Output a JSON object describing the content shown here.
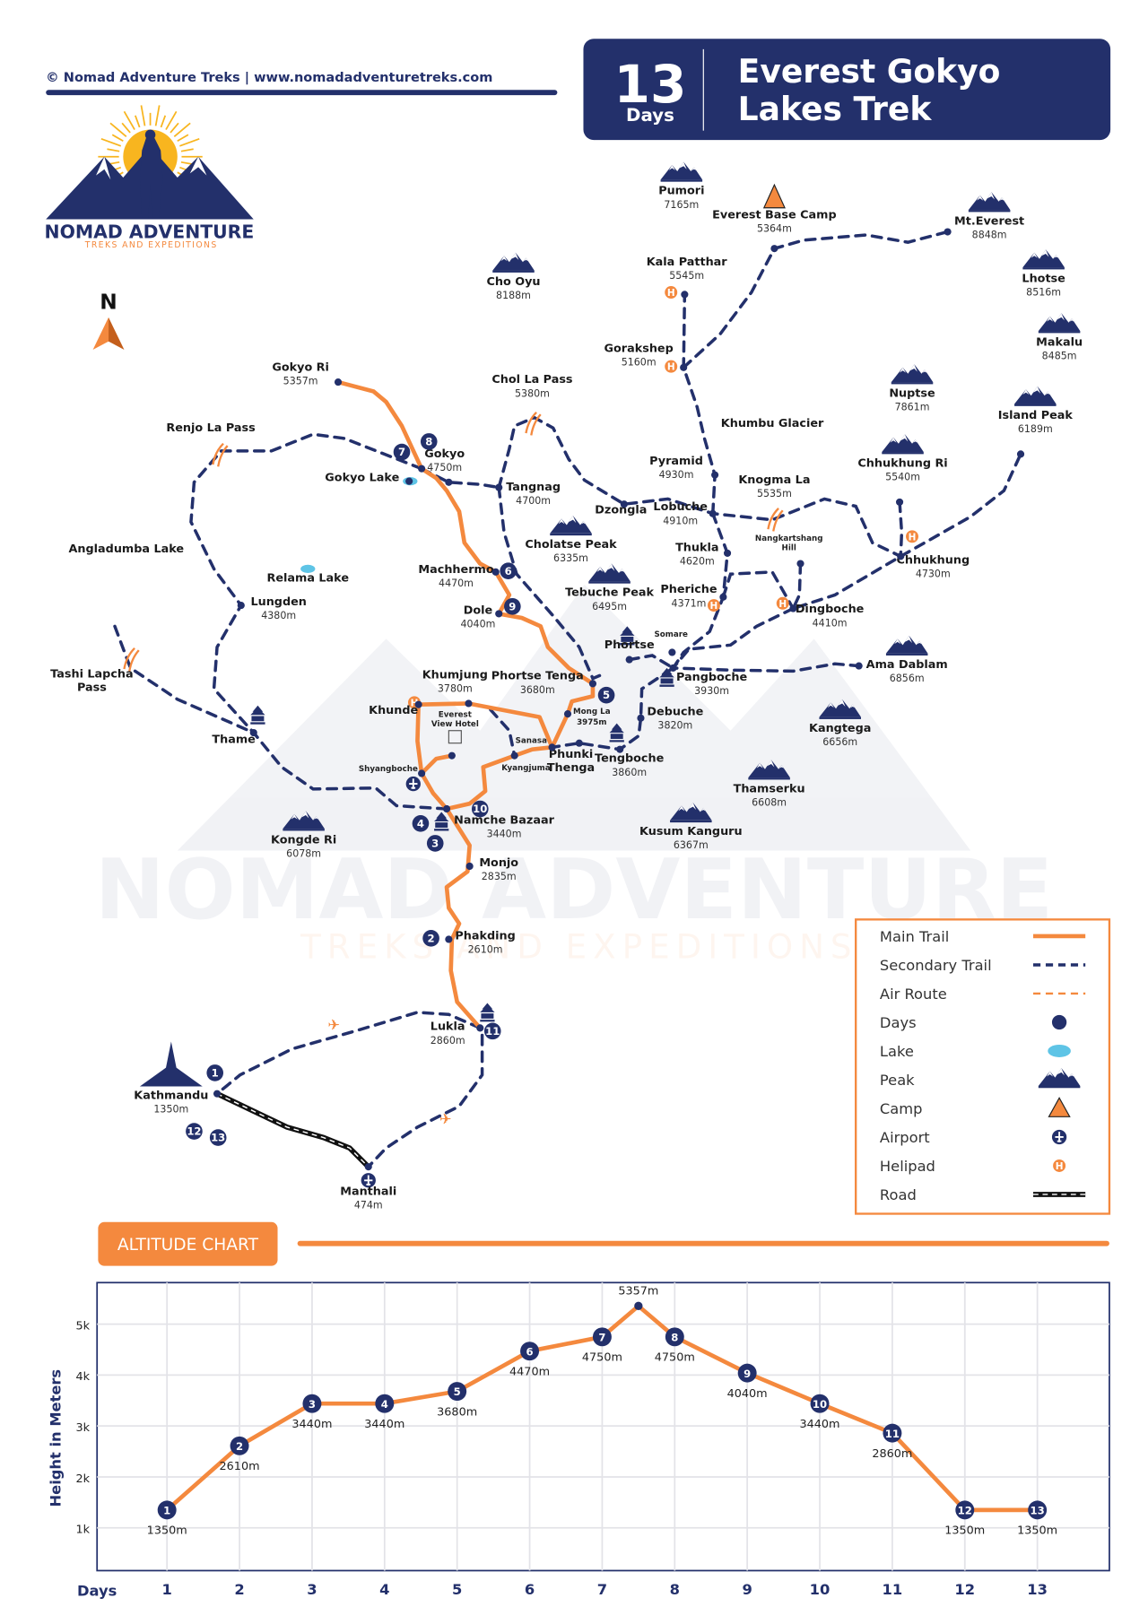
{
  "header": {
    "copyright": "© Nomad Adventure Treks | www.nomadadventuretreks.com",
    "days_number": "13",
    "days_label": "Days",
    "title_line1": "Everest Gokyo",
    "title_line2": "Lakes Trek"
  },
  "logo": {
    "name": "NOMAD ADVENTURE",
    "tagline": "TREKS AND EXPEDITIONS"
  },
  "compass": {
    "label": "N"
  },
  "watermark": {
    "line1": "NOMAD ADVENTURE",
    "line2": "TREKS AND EXPEDITIONS"
  },
  "colors": {
    "navy": "#23306b",
    "orange": "#f4893e"
  },
  "map": {
    "places": [
      {
        "name": "Pumori",
        "elev": "7165m"
      },
      {
        "name": "Everest Base Camp",
        "elev": "5364m"
      },
      {
        "name": "Mt.Everest",
        "elev": "8848m"
      },
      {
        "name": "Kala Patthar",
        "elev": "5545m"
      },
      {
        "name": "Cho Oyu",
        "elev": "8188m"
      },
      {
        "name": "Lhotse",
        "elev": "8516m"
      },
      {
        "name": "Makalu",
        "elev": "8485m"
      },
      {
        "name": "Gorakshep",
        "elev": "5160m"
      },
      {
        "name": "Gokyo Ri",
        "elev": "5357m"
      },
      {
        "name": "Chol La Pass",
        "elev": "5380m"
      },
      {
        "name": "Nuptse",
        "elev": "7861m"
      },
      {
        "name": "Island Peak",
        "elev": "6189m"
      },
      {
        "name": "Renjo La Pass",
        "elev": ""
      },
      {
        "name": "Khumbu Glacier",
        "elev": ""
      },
      {
        "name": "Gokyo",
        "elev": "4750m"
      },
      {
        "name": "Pyramid",
        "elev": "4930m"
      },
      {
        "name": "Chhukhung Ri",
        "elev": "5540m"
      },
      {
        "name": "Gokyo Lake",
        "elev": ""
      },
      {
        "name": "Knogma La",
        "elev": "5535m"
      },
      {
        "name": "Tangnag",
        "elev": "4700m"
      },
      {
        "name": "Dzongla",
        "elev": ""
      },
      {
        "name": "Lobuche",
        "elev": "4910m"
      },
      {
        "name": "Nangkartshang Hill",
        "elev": ""
      },
      {
        "name": "Angladumba Lake",
        "elev": ""
      },
      {
        "name": "Cholatse Peak",
        "elev": "6335m"
      },
      {
        "name": "Thukla",
        "elev": "4620m"
      },
      {
        "name": "Chhukhung",
        "elev": "4730m"
      },
      {
        "name": "Machhermo",
        "elev": "4470m"
      },
      {
        "name": "Relama Lake",
        "elev": ""
      },
      {
        "name": "Tebuche Peak",
        "elev": "6495m"
      },
      {
        "name": "Pheriche",
        "elev": "4371m"
      },
      {
        "name": "Lungden",
        "elev": "4380m"
      },
      {
        "name": "Dingboche",
        "elev": "4410m"
      },
      {
        "name": "Dole",
        "elev": "4040m"
      },
      {
        "name": "Somare",
        "elev": ""
      },
      {
        "name": "Phortse",
        "elev": ""
      },
      {
        "name": "Ama Dablam",
        "elev": "6856m"
      },
      {
        "name": "Tashi Lapcha Pass",
        "elev": ""
      },
      {
        "name": "Khumjung",
        "elev": "3780m"
      },
      {
        "name": "Phortse Tenga",
        "elev": "3680m"
      },
      {
        "name": "Pangboche",
        "elev": "3930m"
      },
      {
        "name": "Khunde",
        "elev": ""
      },
      {
        "name": "Mong La",
        "elev": "3975m"
      },
      {
        "name": "Debuche",
        "elev": "3820m"
      },
      {
        "name": "Everest View Hotel",
        "elev": ""
      },
      {
        "name": "Kangtega",
        "elev": "6656m"
      },
      {
        "name": "Thame",
        "elev": ""
      },
      {
        "name": "Sanasa",
        "elev": ""
      },
      {
        "name": "Phunki Thenga",
        "elev": ""
      },
      {
        "name": "Tengboche",
        "elev": "3860m"
      },
      {
        "name": "Kyangjuma",
        "elev": ""
      },
      {
        "name": "Shyangboche",
        "elev": ""
      },
      {
        "name": "Thamserku",
        "elev": "6608m"
      },
      {
        "name": "Namche Bazaar",
        "elev": "3440m"
      },
      {
        "name": "Kusum Kanguru",
        "elev": "6367m"
      },
      {
        "name": "Kongde Ri",
        "elev": "6078m"
      },
      {
        "name": "Monjo",
        "elev": "2835m"
      },
      {
        "name": "Phakding",
        "elev": "2610m"
      },
      {
        "name": "Lukla",
        "elev": "2860m"
      },
      {
        "name": "Kathmandu",
        "elev": "1350m"
      },
      {
        "name": "Manthali",
        "elev": "474m"
      }
    ],
    "day_markers": [
      "1",
      "2",
      "3",
      "4",
      "5",
      "6",
      "7",
      "8",
      "9",
      "10",
      "11",
      "12",
      "13"
    ]
  },
  "legend": {
    "items": [
      {
        "label": "Main Trail",
        "icon": "main-trail-line"
      },
      {
        "label": "Secondary Trail",
        "icon": "secondary-trail-line"
      },
      {
        "label": "Air Route",
        "icon": "air-route-line"
      },
      {
        "label": "Days",
        "icon": "day-dot"
      },
      {
        "label": "Lake",
        "icon": "lake-icon"
      },
      {
        "label": "Peak",
        "icon": "peak-icon"
      },
      {
        "label": "Camp",
        "icon": "camp-icon"
      },
      {
        "label": "Airport",
        "icon": "airport-icon"
      },
      {
        "label": "Helipad",
        "icon": "helipad-icon"
      },
      {
        "label": "Road",
        "icon": "road-line"
      }
    ]
  },
  "altitude_header": "ALTITUDE CHART",
  "chart_data": {
    "type": "line",
    "title": "ALTITUDE CHART",
    "xlabel": "Days",
    "ylabel": "Height in Meters",
    "categories": [
      "1",
      "2",
      "3",
      "4",
      "5",
      "6",
      "7",
      "8",
      "9",
      "10",
      "11",
      "12",
      "13"
    ],
    "y_ticks": [
      "1k",
      "2k",
      "3k",
      "4k",
      "5k"
    ],
    "y_tick_values": [
      1000,
      2000,
      3000,
      4000,
      5000
    ],
    "grid": true,
    "points": [
      {
        "x": 1,
        "y": 1350,
        "label": "1350m",
        "marker": "1"
      },
      {
        "x": 2,
        "y": 2610,
        "label": "2610m",
        "marker": "2"
      },
      {
        "x": 3,
        "y": 3440,
        "label": "3440m",
        "marker": "3"
      },
      {
        "x": 4,
        "y": 3440,
        "label": "3440m",
        "marker": "4"
      },
      {
        "x": 5,
        "y": 3680,
        "label": "3680m",
        "marker": "5"
      },
      {
        "x": 6,
        "y": 4470,
        "label": "4470m",
        "marker": "6"
      },
      {
        "x": 7,
        "y": 4750,
        "label": "4750m",
        "marker": "7"
      },
      {
        "x": 7.5,
        "y": 5357,
        "label": "5357m",
        "marker": ""
      },
      {
        "x": 8,
        "y": 4750,
        "label": "4750m",
        "marker": "8"
      },
      {
        "x": 9,
        "y": 4040,
        "label": "4040m",
        "marker": "9"
      },
      {
        "x": 10,
        "y": 3440,
        "label": "3440m",
        "marker": "10"
      },
      {
        "x": 11,
        "y": 2860,
        "label": "2860m",
        "marker": "11"
      },
      {
        "x": 12,
        "y": 1350,
        "label": "1350m",
        "marker": "12"
      },
      {
        "x": 13,
        "y": 1350,
        "label": "1350m",
        "marker": "13"
      }
    ]
  }
}
